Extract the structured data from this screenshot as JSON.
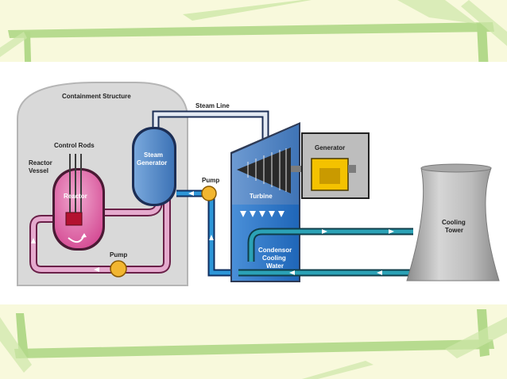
{
  "labels": {
    "containment": "Containment Structure",
    "steam_line": "Steam Line",
    "control_rods": "Control Rods",
    "reactor_vessel_1": "Reactor",
    "reactor_vessel_2": "Vessel",
    "reactor": "Reactor",
    "steam_gen_1": "Steam",
    "steam_gen_2": "Generator",
    "pump_primary": "Pump",
    "pump_secondary": "Pump",
    "turbine": "Turbine",
    "generator": "Generator",
    "condensor_1": "Condensor",
    "condensor_2": "Cooling",
    "condensor_3": "Water",
    "cooling_1": "Cooling",
    "cooling_2": "Tower"
  },
  "colors": {
    "frame_green": "#a9d47a",
    "primary_loop": "#e4a8cf",
    "steam_line": "#dfe6f0",
    "feedwater": "#1f8fd6",
    "cooling_water": "#2a9db0",
    "containment": "#d8d8d8",
    "reactor": "#d9559a",
    "pump": "#f2b630",
    "generator": "#f4c200",
    "turbine": "#4f86c6"
  },
  "icons": [
    "pump-icon",
    "turbine-icon",
    "generator-icon",
    "cooling-tower-icon",
    "flow-arrow-icon"
  ]
}
